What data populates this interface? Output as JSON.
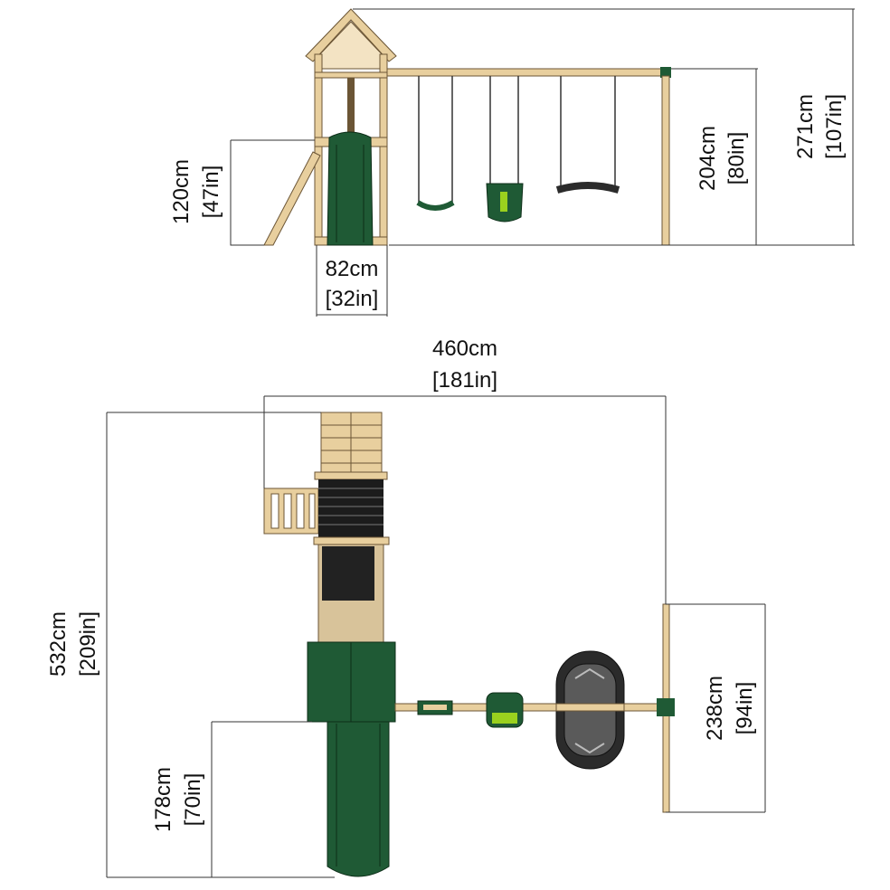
{
  "title": "Playset dimension diagram",
  "views": {
    "elevation": {
      "overall_height": {
        "metric": "271cm",
        "imperial": "[107in]"
      },
      "beam_height": {
        "metric": "204cm",
        "imperial": "[80in]"
      },
      "deck_height": {
        "metric": "120cm",
        "imperial": "[47in]"
      },
      "tower_width": {
        "metric": "82cm",
        "imperial": "[32in]"
      }
    },
    "plan": {
      "overall_width": {
        "metric": "460cm",
        "imperial": "[181in]"
      },
      "overall_depth": {
        "metric": "532cm",
        "imperial": "[209in]"
      },
      "slide_projection": {
        "metric": "178cm",
        "imperial": "[70in]"
      },
      "aframe_width": {
        "metric": "238cm",
        "imperial": "[94in]"
      }
    }
  },
  "colors": {
    "wood": "#e8cf9e",
    "green": "#1f5a35",
    "lime": "#9ad11e",
    "dark": "#2b2b2b"
  }
}
